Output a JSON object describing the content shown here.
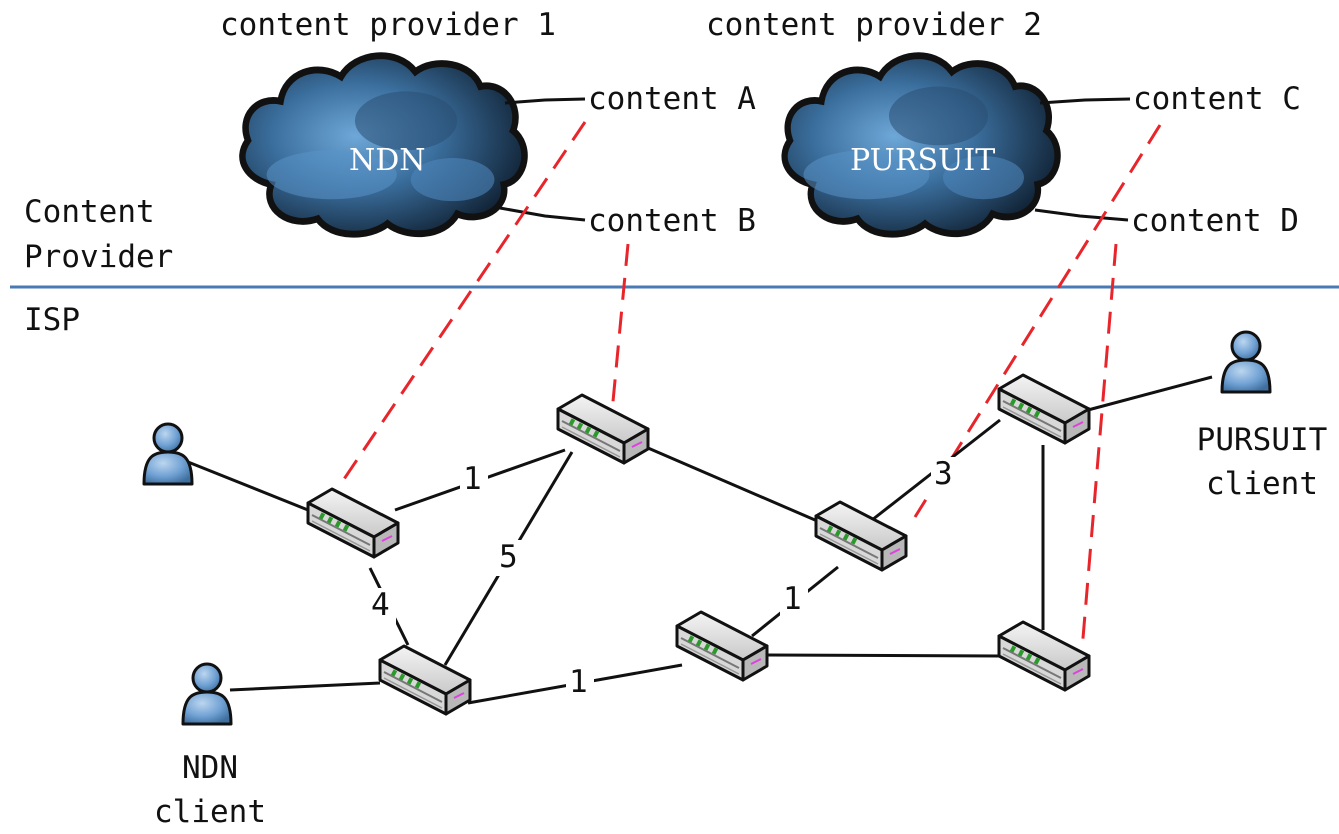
{
  "providers": [
    {
      "title": "content provider 1",
      "cloud_label": "NDN",
      "contents": [
        "content A",
        "content B"
      ]
    },
    {
      "title": "content provider 2",
      "cloud_label": "PURSUIT",
      "contents": [
        "content C",
        "content D"
      ]
    }
  ],
  "regions": {
    "upper": "Content\nProvider",
    "lower": "ISP"
  },
  "clients": [
    {
      "label": "NDN\nclient"
    },
    {
      "label": "PURSUIT\nclient"
    },
    {
      "label": ""
    }
  ],
  "link_weights": [
    "1",
    "5",
    "4",
    "1",
    "1",
    "3"
  ],
  "colors": {
    "divider": "#4a7ab5",
    "cloud": "#3b6f9e",
    "content_link": "#e8252b",
    "user": "#6fa0d3"
  }
}
